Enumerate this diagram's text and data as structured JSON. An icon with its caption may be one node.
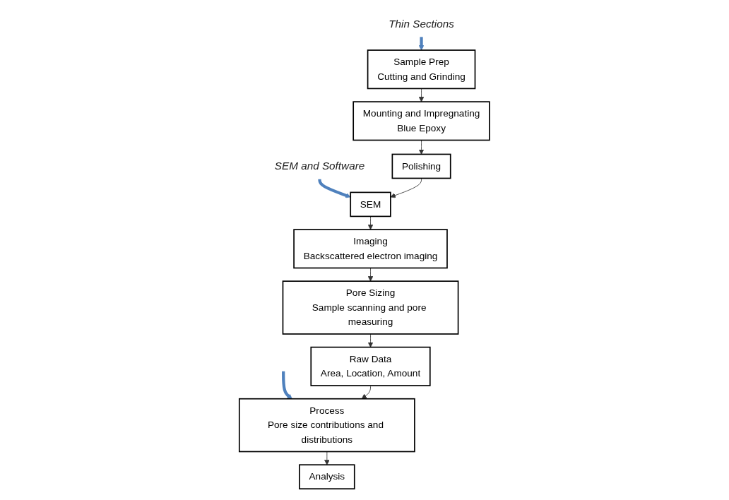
{
  "diagram": {
    "nodes": [
      {
        "text": [
          "Thin Sections"
        ]
      },
      {
        "text": [
          "SEM and Software"
        ]
      },
      {
        "text": [
          "Sample Prep",
          "Cutting and Grinding"
        ]
      },
      {
        "text": [
          "Mounting and Impregnating",
          "Blue Epoxy"
        ]
      },
      {
        "text": [
          "Polishing"
        ]
      },
      {
        "text": [
          "SEM"
        ]
      },
      {
        "text": [
          "Imaging",
          "Backscattered electron imaging"
        ]
      },
      {
        "text": [
          "Pore Sizing",
          "Sample scanning and pore measuring"
        ]
      },
      {
        "text": [
          "Raw Data",
          "Area, Location, Amount"
        ]
      },
      {
        "text": [
          "Process",
          "Pore size contributions and distributions"
        ]
      },
      {
        "text": [
          "Analysis"
        ]
      }
    ],
    "edges": [
      {
        "from": 0,
        "to": 2,
        "arrow": "to",
        "style": "thick",
        "color": "#4f81bd"
      },
      {
        "from": 1,
        "to": 5,
        "arrow": "to",
        "style": "thick",
        "color": "#4f81bd"
      },
      {
        "from": null,
        "to": 9,
        "arrow": "to",
        "style": "thick",
        "color": "#4f81bd"
      },
      {
        "from": 2,
        "to": 3,
        "arrow": "to"
      },
      {
        "from": 3,
        "to": 4,
        "arrow": "to"
      },
      {
        "from": 4,
        "to": 5,
        "arrow": "to"
      },
      {
        "from": 5,
        "to": 6,
        "arrow": "to"
      },
      {
        "from": 6,
        "to": 7,
        "arrow": "to"
      },
      {
        "from": 7,
        "to": 8,
        "arrow": "to"
      },
      {
        "from": 8,
        "to": 9,
        "arrow": "to"
      },
      {
        "from": 9,
        "to": 10,
        "arrow": "to"
      }
    ]
  }
}
